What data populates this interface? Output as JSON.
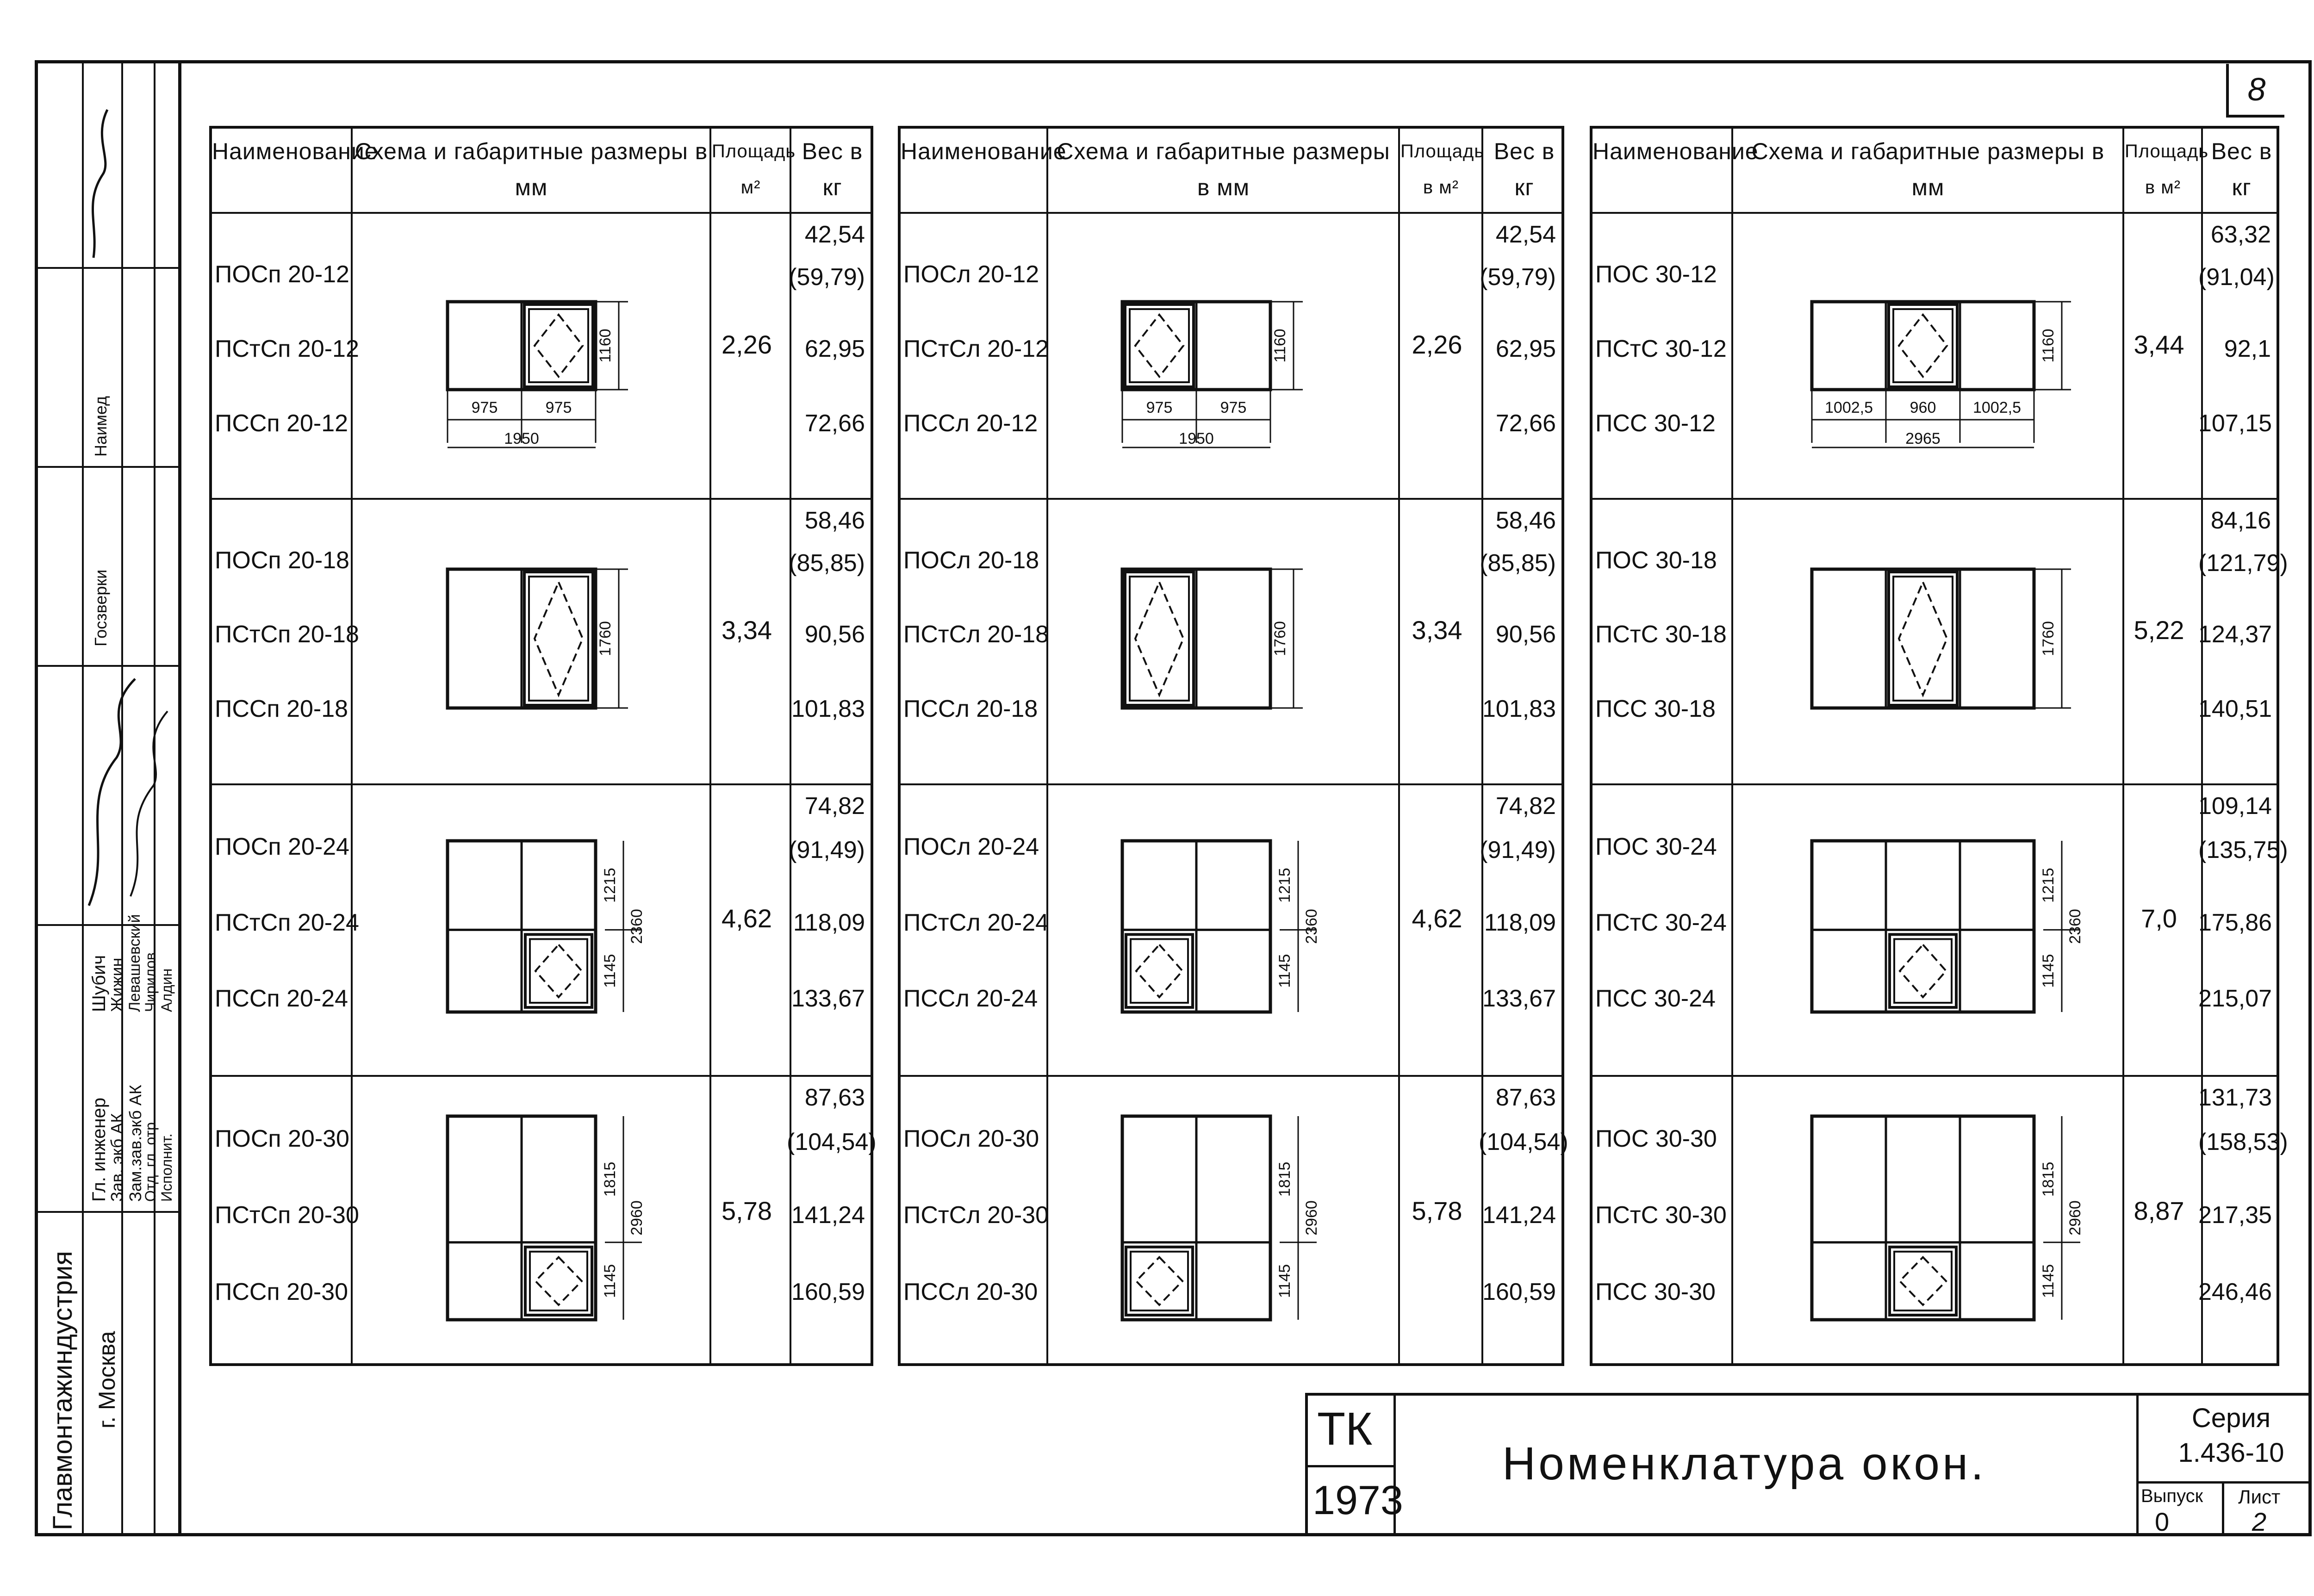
{
  "page_number": "8",
  "left_strip": {
    "org": "Главмонтажиндустрия",
    "city": "г. Москва",
    "roles": [
      "Гл. инженер",
      "Зав. экб АК",
      "Зам.зав.экб АК",
      "Отд. гл. отр.",
      "Исполнит."
    ],
    "names": [
      "Шубич",
      "Жижин",
      "Левашевский",
      "Чирилов",
      "Алдин"
    ],
    "misc": [
      "Госзверки",
      "Наимед"
    ]
  },
  "headers": {
    "name": "Наименование",
    "scheme": "Схема и габаритные размеры в мм",
    "area_a": "Площадь м²",
    "area_b": "Площадь в м²",
    "weight": "Вес в кг"
  },
  "table1": {
    "rows": [
      {
        "names": [
          "ПОСп 20-12",
          "ПСтСп 20-12",
          "ПССп 20-12"
        ],
        "area": "2,26",
        "weights": [
          "42,54",
          "(59,79)",
          "62,95",
          "72,66"
        ],
        "dims": {
          "h": "1160",
          "w1": "975",
          "w2": "975",
          "total": "1950"
        }
      },
      {
        "names": [
          "ПОСп 20-18",
          "ПСтСп 20-18",
          "ПССп 20-18"
        ],
        "area": "3,34",
        "weights": [
          "58,46",
          "(85,85)",
          "90,56",
          "101,83"
        ],
        "dims": {
          "h": "1760"
        }
      },
      {
        "names": [
          "ПОСп 20-24",
          "ПСтСп 20-24",
          "ПССп 20-24"
        ],
        "area": "4,62",
        "weights": [
          "74,82",
          "(91,49)",
          "118,09",
          "133,67"
        ],
        "dims": {
          "top": "1215",
          "bottom": "1145",
          "h": "2360"
        }
      },
      {
        "names": [
          "ПОСп 20-30",
          "ПСтСп 20-30",
          "ПССп 20-30"
        ],
        "area": "5,78",
        "weights": [
          "87,63",
          "(104,54)",
          "141,24",
          "160,59"
        ],
        "dims": {
          "top": "1815",
          "bottom": "1145",
          "h": "2960"
        }
      }
    ]
  },
  "table2": {
    "rows": [
      {
        "names": [
          "ПОСл 20-12",
          "ПСтСл 20-12",
          "ПССл 20-12"
        ],
        "area": "2,26",
        "weights": [
          "42,54",
          "(59,79)",
          "62,95",
          "72,66"
        ],
        "dims": {
          "h": "1160",
          "w1": "975",
          "w2": "975",
          "total": "1950"
        }
      },
      {
        "names": [
          "ПОСл 20-18",
          "ПСтСл 20-18",
          "ПССл 20-18"
        ],
        "area": "3,34",
        "weights": [
          "58,46",
          "(85,85)",
          "90,56",
          "101,83"
        ],
        "dims": {
          "h": "1760"
        }
      },
      {
        "names": [
          "ПОСл 20-24",
          "ПСтСл 20-24",
          "ПССл 20-24"
        ],
        "area": "4,62",
        "weights": [
          "74,82",
          "(91,49)",
          "118,09",
          "133,67"
        ],
        "dims": {
          "top": "1215",
          "bottom": "1145",
          "h": "2360"
        }
      },
      {
        "names": [
          "ПОСл 20-30",
          "ПСтСл 20-30",
          "ПССл 20-30"
        ],
        "area": "5,78",
        "weights": [
          "87,63",
          "(104,54)",
          "141,24",
          "160,59"
        ],
        "dims": {
          "top": "1815",
          "bottom": "1145",
          "h": "2960"
        }
      }
    ]
  },
  "table3": {
    "rows": [
      {
        "names": [
          "ПОС 30-12",
          "ПСтС 30-12",
          "ПСС 30-12"
        ],
        "area": "3,44",
        "weights": [
          "63,32",
          "(91,04)",
          "92,1",
          "107,15"
        ],
        "dims": {
          "h": "1160",
          "w1": "1002,5",
          "w2": "960",
          "w3": "1002,5",
          "total": "2965"
        }
      },
      {
        "names": [
          "ПОС 30-18",
          "ПСтС 30-18",
          "ПСС 30-18"
        ],
        "area": "5,22",
        "weights": [
          "84,16",
          "(121,79)",
          "124,37",
          "140,51"
        ],
        "dims": {
          "h": "1760"
        }
      },
      {
        "names": [
          "ПОС 30-24",
          "ПСтС 30-24",
          "ПСС 30-24"
        ],
        "area": "7,0",
        "weights": [
          "109,14",
          "(135,75)",
          "175,86",
          "215,07"
        ],
        "dims": {
          "top": "1215",
          "bottom": "1145",
          "h": "2360"
        }
      },
      {
        "names": [
          "ПОС 30-30",
          "ПСтС 30-30",
          "ПСС 30-30"
        ],
        "area": "8,87",
        "weights": [
          "131,73",
          "(158,53)",
          "217,35",
          "246,46"
        ],
        "dims": {
          "top": "1815",
          "bottom": "1145",
          "h": "2960"
        }
      }
    ]
  },
  "title_block": {
    "tk": "ТК",
    "year": "1973",
    "title": "Номенклатура окон.",
    "series_label": "Серия",
    "series": "1.436-10",
    "issue_label": "Выпуск",
    "issue": "0",
    "sheet_label": "Лист",
    "sheet": "2"
  }
}
